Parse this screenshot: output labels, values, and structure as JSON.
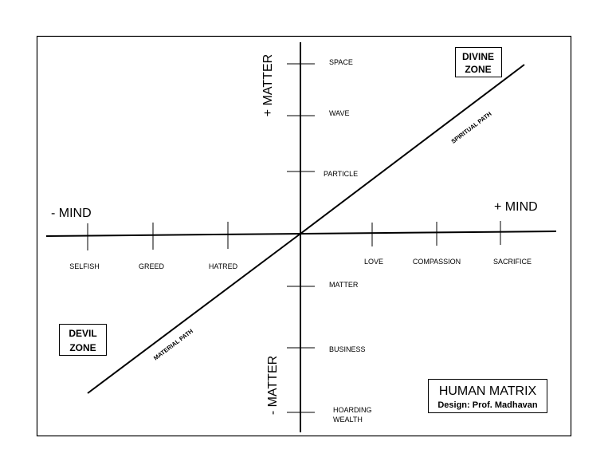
{
  "axes": {
    "plus_mind": "+ MIND",
    "minus_mind": "- MIND",
    "plus_matter": "+ MATTER",
    "minus_matter": "- MATTER"
  },
  "left_ticks": [
    "SELFISH",
    "GREED",
    "HATRED"
  ],
  "right_ticks": [
    "LOVE",
    "COMPASSION",
    "SACRIFICE"
  ],
  "upper_ticks": [
    "SPACE",
    "WAVE",
    "PARTICLE"
  ],
  "lower_ticks": [
    "MATTER",
    "BUSINESS"
  ],
  "hoarding": {
    "line1": "HOARDING",
    "line2": "WEALTH"
  },
  "paths": {
    "spiritual": "SPIRITUAL PATH",
    "material": "MATERIAL PATH"
  },
  "zones": {
    "divine": {
      "line1": "DIVINE",
      "line2": "ZONE"
    },
    "devil": {
      "line1": "DEVIL",
      "line2": "ZONE"
    }
  },
  "credit": {
    "title": "HUMAN MATRIX",
    "subtitle": "Design: Prof. Madhavan"
  }
}
